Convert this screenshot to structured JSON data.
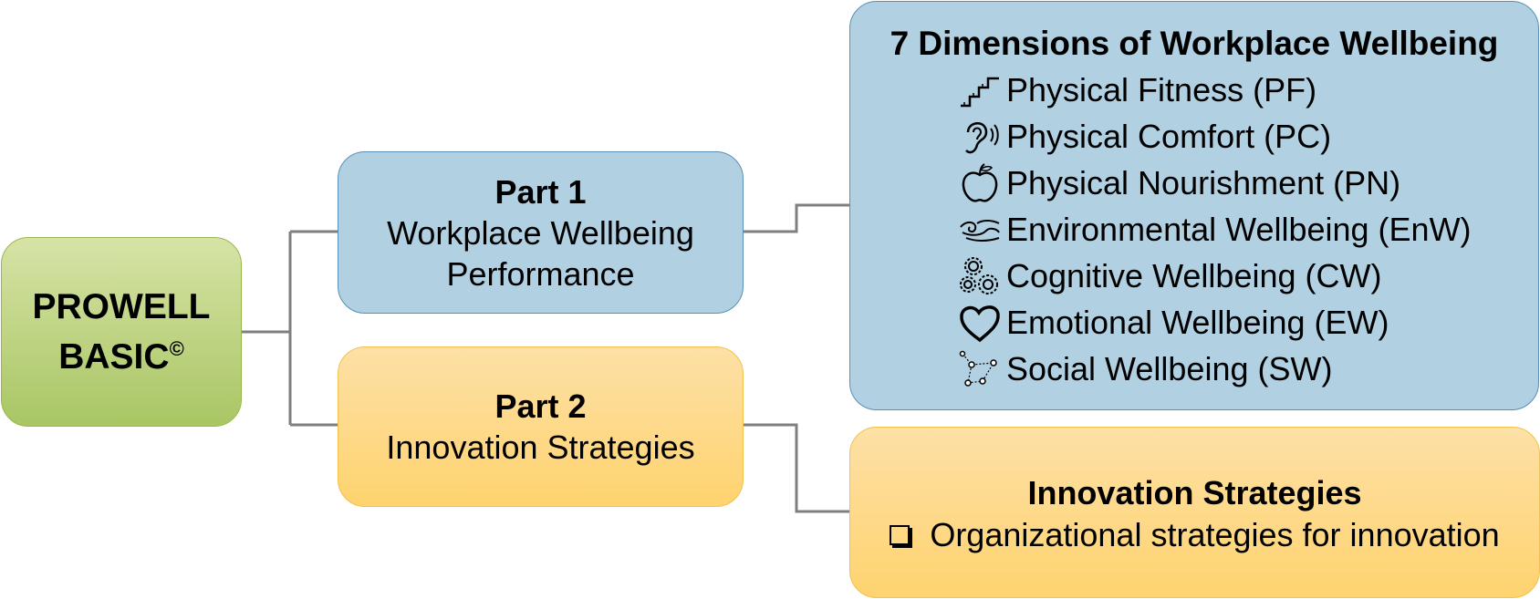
{
  "root": {
    "title": "PROWELL",
    "subtitle": "BASIC",
    "symbol": "©"
  },
  "part1": {
    "title": "Part 1",
    "line1": "Workplace Wellbeing",
    "line2": "Performance"
  },
  "part2": {
    "title": "Part 2",
    "line1": "Innovation Strategies"
  },
  "dimensions": {
    "title": "7 Dimensions of Workplace Wellbeing",
    "items": [
      {
        "label": "Physical Fitness (PF)",
        "icon": "stairs-icon"
      },
      {
        "label": "Physical Comfort (PC)",
        "icon": "ear-icon"
      },
      {
        "label": "Physical Nourishment (PN)",
        "icon": "apple-icon"
      },
      {
        "label": "Environmental Wellbeing (EnW)",
        "icon": "wind-icon"
      },
      {
        "label": "Cognitive Wellbeing (CW)",
        "icon": "gears-icon"
      },
      {
        "label": "Emotional Wellbeing (EW)",
        "icon": "heart-icon"
      },
      {
        "label": "Social Wellbeing (SW)",
        "icon": "network-icon"
      }
    ]
  },
  "innovation": {
    "title": "Innovation Strategies",
    "item": "Organizational strategies for innovation",
    "item_icon": "checkbox-icon"
  },
  "colors": {
    "root": "#a9c664",
    "part1": "#b1d0e1",
    "part2": "#fed36f",
    "connector": "#7f7f7f"
  }
}
